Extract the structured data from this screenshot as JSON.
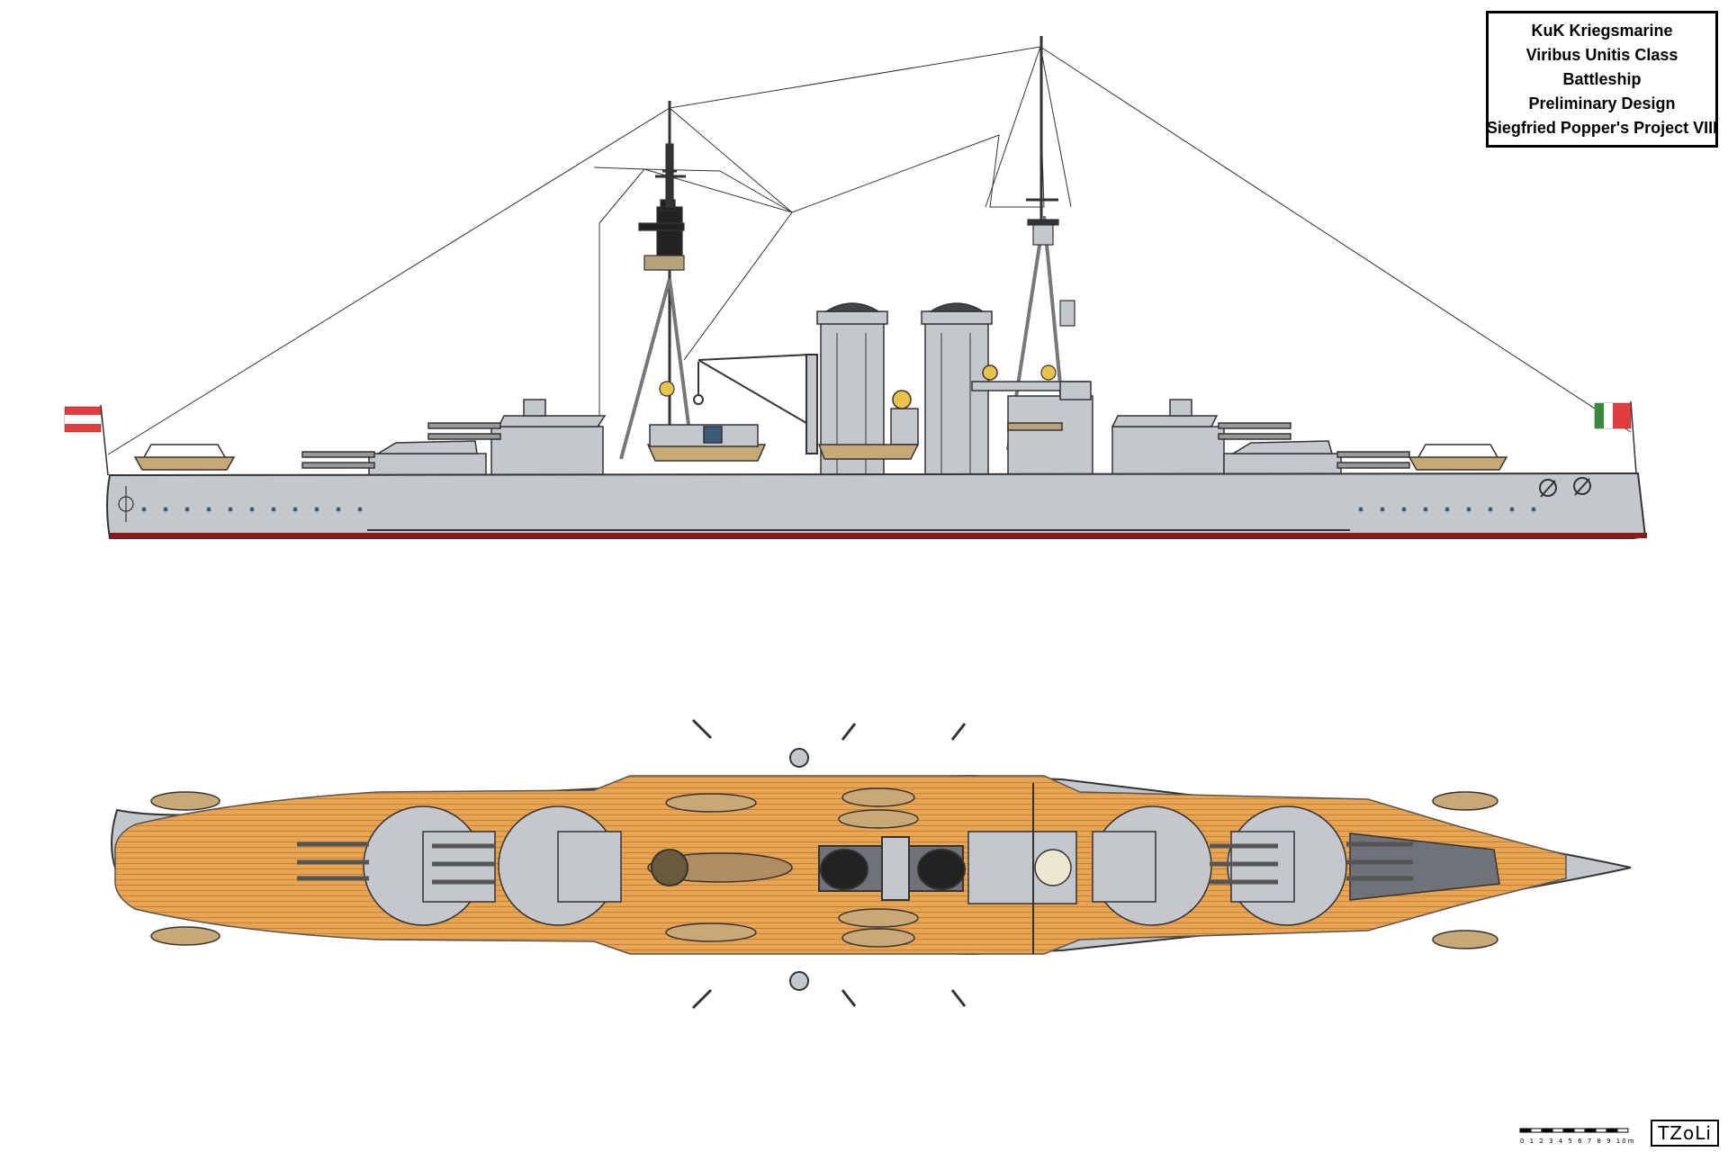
{
  "title_block": {
    "lines": [
      "KuK Kriegsmarine",
      "Viribus Unitis Class",
      "Battleship",
      "Preliminary Design",
      "Siegfried Popper's Project VIII"
    ]
  },
  "scale_bar": {
    "labels": "0 1 2 3 4 5 6 7 8 9 10m"
  },
  "signature": {
    "text": "TZoLi"
  },
  "colors": {
    "hull_gray": "#c4c8cc",
    "deck_wood": "#e8a451",
    "deck_planks": "#b97a35",
    "boot_topping": "#8b1a1a",
    "outline": "#333333",
    "dark_gray": "#6f7379",
    "boat_wood": "#c9a878",
    "flag_red": "#e23c3c",
    "flag_green": "#3b8a3b"
  },
  "icons": {
    "stern_flag": "austro-hungarian-ensign-icon",
    "bow_flag": "hungarian-jack-icon",
    "anchor": "anchor-icon"
  }
}
